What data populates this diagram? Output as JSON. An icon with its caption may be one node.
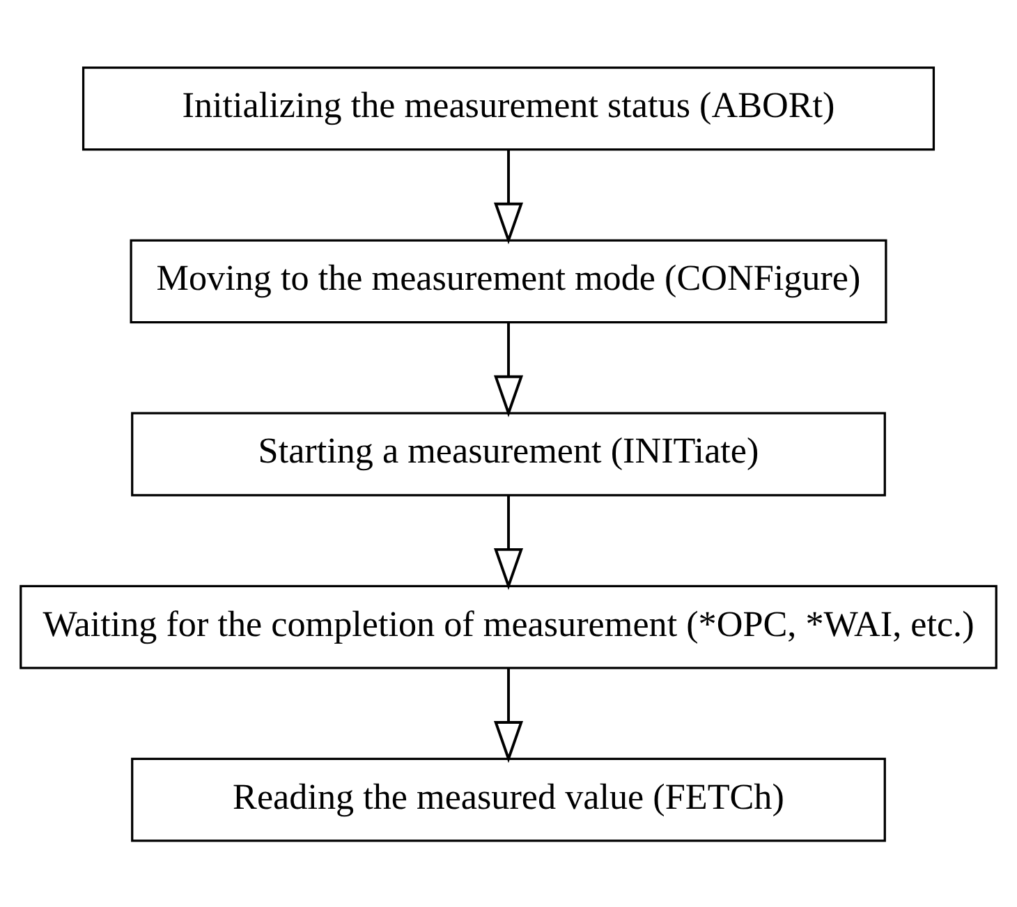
{
  "diagram": {
    "nodes": [
      {
        "text": [
          "Initializing the measurement status (ABORt)"
        ]
      },
      {
        "text": [
          "Moving to the measurement mode (CONFigure)"
        ]
      },
      {
        "text": [
          "Starting a measurement (INITiate)"
        ]
      },
      {
        "text": [
          "Waiting for the completion of measurement (*OPC, *WAI, etc.)"
        ]
      },
      {
        "text": [
          "Reading the measured value (FETCh)"
        ]
      }
    ],
    "edges": [
      {
        "from": 0,
        "to": 1,
        "arrow": "to"
      },
      {
        "from": 1,
        "to": 2,
        "arrow": "to"
      },
      {
        "from": 2,
        "to": 3,
        "arrow": "to"
      },
      {
        "from": 3,
        "to": 4,
        "arrow": "to"
      }
    ]
  }
}
